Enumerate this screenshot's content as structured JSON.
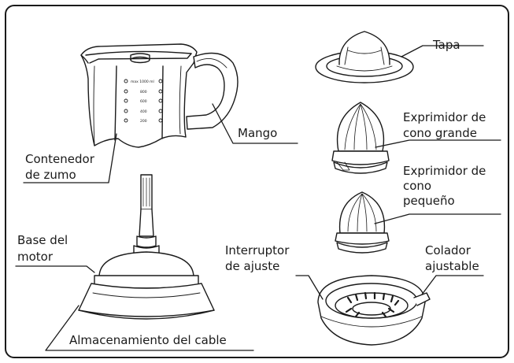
{
  "labels": {
    "tapa": "Tapa",
    "cono_grande": [
      "Exprimidor de",
      "cono grande"
    ],
    "cono_pequeno": [
      "Exprimidor de",
      "cono",
      "pequeño"
    ],
    "mango": "Mango",
    "contenedor": [
      "Contenedor",
      "de zumo"
    ],
    "base": [
      "Base del",
      "motor"
    ],
    "interruptor": [
      "Interruptor",
      "de ajuste"
    ],
    "colador": [
      "Colador",
      "ajustable"
    ],
    "almacenamiento": "Almacenamiento del cable"
  },
  "jug_markings": {
    "max": "max 1000 ml",
    "levels": [
      "800",
      "600",
      "400",
      "200"
    ]
  }
}
